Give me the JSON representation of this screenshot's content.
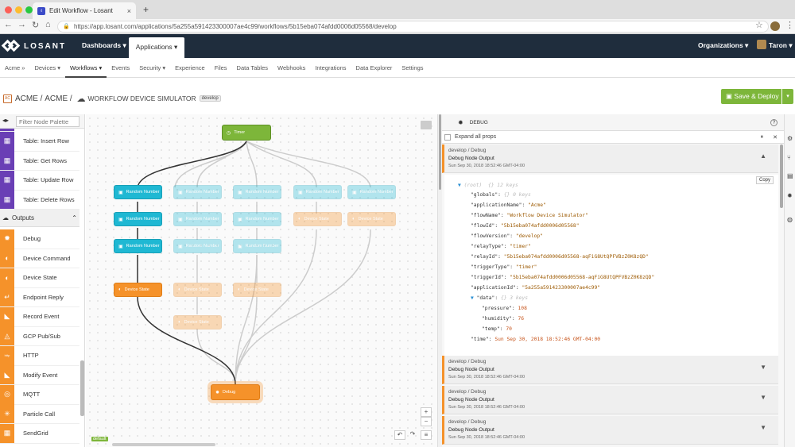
{
  "browser": {
    "tab_title": "Edit Workflow - Losant",
    "url": "https://app.losant.com/applications/5a255a591423300007ae4c99/workflows/5b15eba074afdd0006d05568/develop"
  },
  "header": {
    "logo": "LOSANT",
    "dashboards": "Dashboards ▾",
    "applications": "Applications ▾",
    "organizations": "Organizations ▾",
    "user": "Taron ▾"
  },
  "subnav": [
    "Acme »",
    "Devices ▾",
    "Workflows ▾",
    "Events",
    "Security ▾",
    "Experience",
    "Files",
    "Data Tables",
    "Webhooks",
    "Integrations",
    "Data Explorer",
    "Settings"
  ],
  "breadcrumb": {
    "org": "ACME /",
    "app": "ACME /",
    "workflow": "WORKFLOW DEVICE SIMULATOR",
    "version": "develop",
    "org_icon": "AC"
  },
  "deploy_label": "Save & Deploy",
  "palette": {
    "filter_placeholder": "Filter Node Palette",
    "data_items": [
      "Table: Insert Row",
      "Table: Get Rows",
      "Table: Update Row",
      "Table: Delete Rows"
    ],
    "outputs_header": "Outputs",
    "output_items": [
      "Debug",
      "Device Command",
      "Device State",
      "Endpoint Reply",
      "Record Event",
      "GCP Pub/Sub",
      "HTTP",
      "Modify Event",
      "MQTT",
      "Particle Call",
      "SendGrid"
    ],
    "colors": {
      "data": "#6a3fb5",
      "output": "#f5922a"
    }
  },
  "canvas": {
    "timer": "Timer",
    "random": "Random Number",
    "device_state": "Device State",
    "debug": "Debug",
    "default_label": "default",
    "zoom_in": "+",
    "zoom_out": "−"
  },
  "debug": {
    "title": "DEBUG",
    "expand_all": "Expand all props",
    "pause": "⏸",
    "clear": "✕",
    "messages": [
      {
        "path": "develop / Debug",
        "name": "Debug Node Output",
        "time": "Sun Sep 30, 2018 18:52:46 GMT-04:00"
      },
      {
        "path": "develop / Debug",
        "name": "Debug Node Output",
        "time": "Sun Sep 30, 2018 18:52:46 GMT-04:00"
      },
      {
        "path": "develop / Debug",
        "name": "Debug Node Output",
        "time": "Sun Sep 30, 2018 18:52:46 GMT-04:00"
      },
      {
        "path": "develop / Debug",
        "name": "Debug Node Output",
        "time": "Sun Sep 30, 2018 18:52:46 GMT-04:00"
      }
    ],
    "copy": "Copy",
    "json": {
      "root": "(root)",
      "root_meta": "{} 12 keys",
      "globals_meta": "{} 0 keys",
      "applicationName": "\"Acme\"",
      "flowName": "\"Workflow Device Simulator\"",
      "flowId": "\"5b15eba074afdd0006d05568\"",
      "flowVersion": "\"develop\"",
      "relayType": "\"timer\"",
      "relayId": "\"5b15eba074afdd0006d05568-aqFiG8UtQPFVBzZ0K8zQD\"",
      "triggerType": "\"timer\"",
      "triggerId": "\"5b15eba074afdd0006d05568-aqFiG8UtQPFVBzZ0K8zQD\"",
      "applicationId": "\"5a255a591423300007ae4c99\"",
      "data_meta": "{} 3 keys",
      "pressure": "108",
      "humidity": "76",
      "temp": "70",
      "time": "Sun Sep 30, 2018 18:52:46 GMT-04:00"
    }
  }
}
